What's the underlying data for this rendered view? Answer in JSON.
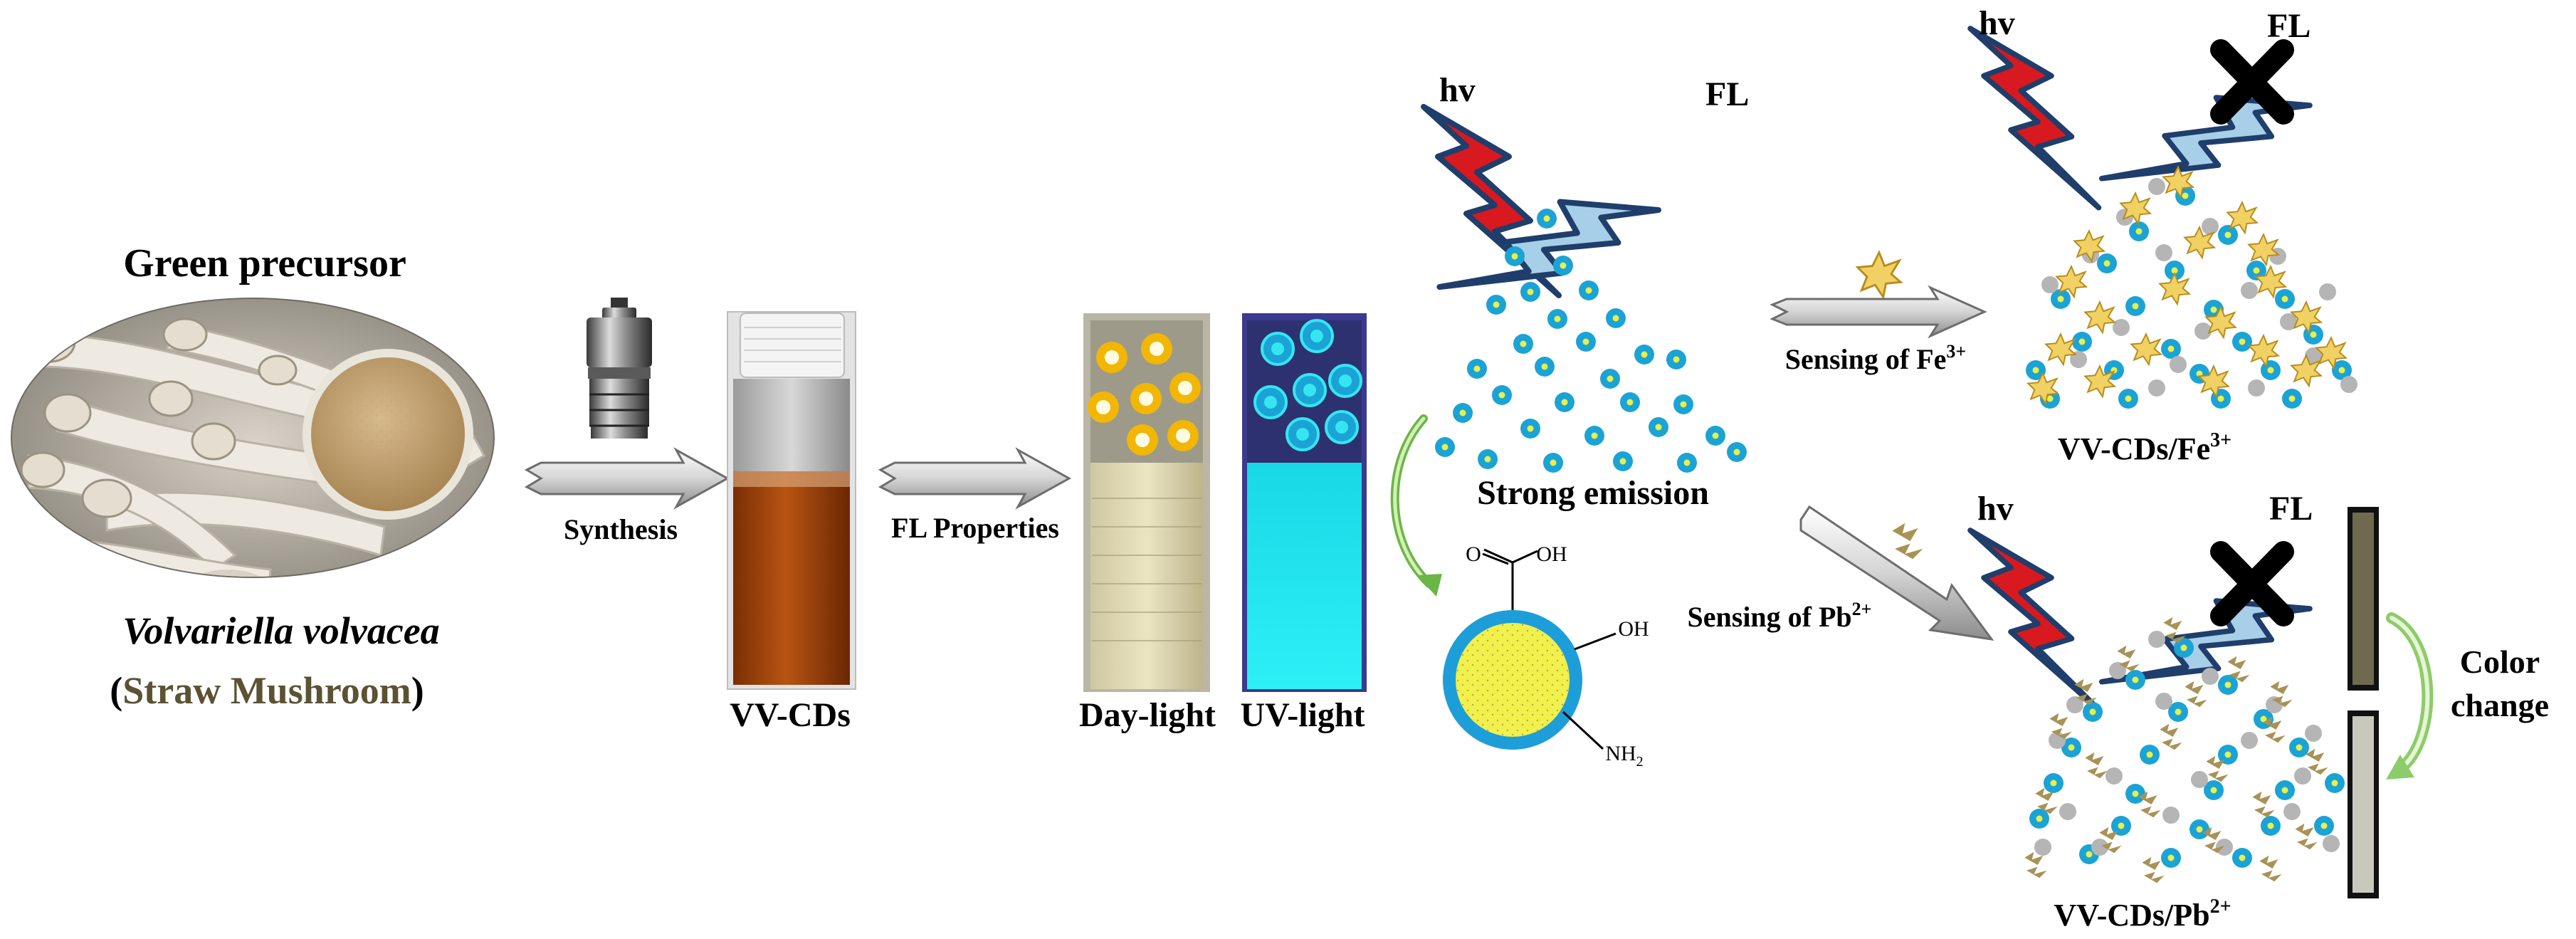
{
  "precursor": {
    "heading": "Green precursor",
    "species": "Volvariella volvacea",
    "common_name_open": "(",
    "common_name": "Straw Mushroom",
    "common_name_close": ")",
    "common_name_color": "#5b5233"
  },
  "steps": {
    "synthesis": "Synthesis",
    "fl_properties": "FL Properties"
  },
  "vials": {
    "product": "VV-CDs",
    "daylight": "Day-light",
    "uv": "UV-light"
  },
  "emission": {
    "excitation": "hv",
    "fluorescence": "FL",
    "caption": "Strong emission"
  },
  "surface_groups": {
    "carbonyl_o": "O",
    "acid_oh": "OH",
    "hydroxyl": "OH",
    "amine": "NH",
    "amine_sub": "2"
  },
  "sensing": {
    "fe_label": "Sensing of Fe",
    "fe_sup": "3+",
    "pb_label": "Sensing of Pb",
    "pb_sup": "2+",
    "fe_result": "VV-CDs/Fe",
    "fe_result_sup": "3+",
    "pb_result": "VV-CDs/Pb",
    "pb_result_sup": "2+",
    "fe_excitation": "hv",
    "fe_fluorescence": "FL",
    "pb_excitation": "hv",
    "pb_fluorescence": "FL"
  },
  "color_change": {
    "line1": "Color",
    "line2": "change"
  },
  "colors": {
    "dot_blue": "#1ba3d6",
    "dot_core": "#e8f04a",
    "lightning_red": "#d8191f",
    "lightning_blue": "#a8cfe8",
    "uv_glow": "#35e6f0",
    "cd_orange": "#f2b705",
    "fe_ion": "#f1d064",
    "pb_ion": "#a89255",
    "quencher_grey": "#b5b5b5"
  }
}
